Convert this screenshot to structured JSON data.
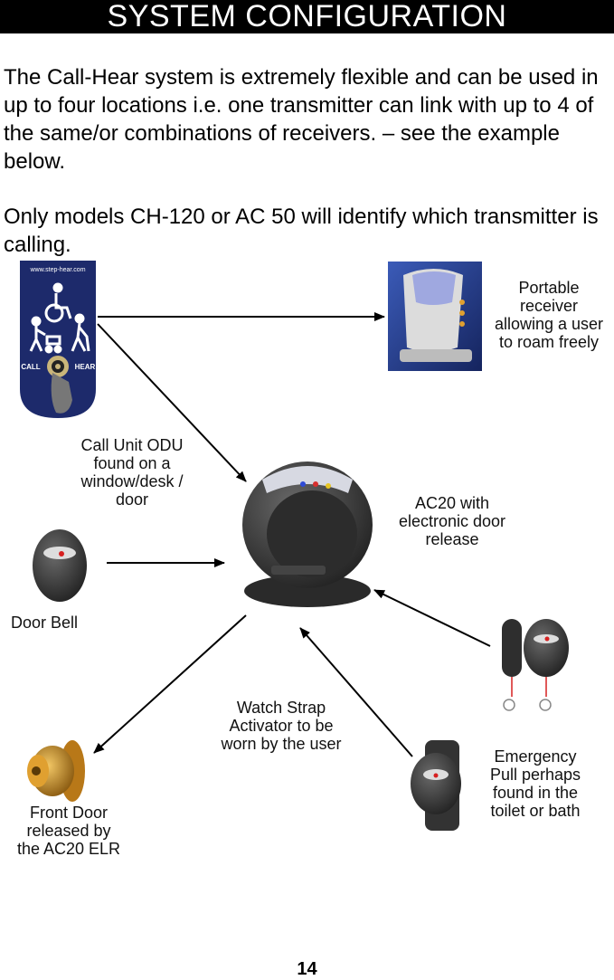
{
  "header": {
    "title": "SYSTEM CONFIGURATION"
  },
  "intro": {
    "paragraph_1": "The Call-Hear system is extremely flexible and can be used in up to four locations i.e. one transmitter can link with up to 4 of the same/or combinations of receivers. – see the example below.",
    "paragraph_2": "Only models CH-120 or AC 50 will identify which transmitter is calling."
  },
  "call_unit_graphic": {
    "url": "www.step-hear.com",
    "left_text": "CALL",
    "right_text": "HEAR"
  },
  "labels": {
    "portable_receiver": [
      "Portable",
      "receiver",
      "allowing a user",
      "to roam freely"
    ],
    "call_unit": [
      "Call Unit ODU",
      "found on a",
      "window/desk /",
      "door"
    ],
    "ac20": [
      "AC20 with",
      "electronic door",
      "release"
    ],
    "door_bell": [
      "Door Bell"
    ],
    "watch_strap": [
      "Watch Strap",
      "Activator to be",
      "worn by the user"
    ],
    "emergency_pull": [
      "Emergency",
      "Pull perhaps",
      "found in the",
      "toilet or bath"
    ],
    "front_door": [
      "Front Door",
      "released by",
      "the AC20 ELR"
    ]
  },
  "colors": {
    "title_bg": "#000000",
    "call_unit_panel": "#1d2a6b",
    "receiver_panel": "#243a8c",
    "device_dark": "#3a3a3a",
    "door_knob": "#c98a1e"
  },
  "footer": {
    "page_number": "14"
  }
}
